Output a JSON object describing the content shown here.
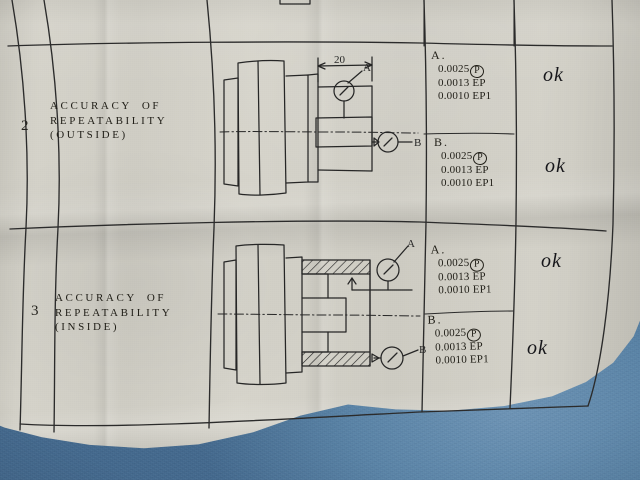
{
  "document": {
    "kind": "machine-tool-inspection-certificate",
    "paper_color": "#cfcdc3",
    "background_color": "#4d7599",
    "ink_color": "#262626"
  },
  "columns": [
    {
      "name": "no",
      "label": ""
    },
    {
      "name": "item",
      "label": ""
    },
    {
      "name": "diagram",
      "label": ""
    },
    {
      "name": "measurement",
      "label": ""
    },
    {
      "name": "result",
      "label": ""
    }
  ],
  "rows": [
    {
      "number": "2",
      "item_lines": [
        "ACCURACY OF",
        "REPEATABILITY",
        "(OUTSIDE)"
      ],
      "diagram": {
        "name": "outside-repeatability-diagram",
        "dimension_label": "20",
        "indicator_labels": [
          "A",
          "B"
        ]
      },
      "measurements": [
        {
          "header": "A.",
          "lines": [
            {
              "value": "0.0025",
              "unit": "P",
              "circled": true
            },
            {
              "value": "0.0013",
              "unit": "EP",
              "circled": false
            },
            {
              "value": "0.0010",
              "unit": "EP1",
              "circled": false
            }
          ],
          "result": "ok"
        },
        {
          "header": "B.",
          "lines": [
            {
              "value": "0.0025",
              "unit": "P",
              "circled": true
            },
            {
              "value": "0.0013",
              "unit": "EP",
              "circled": false
            },
            {
              "value": "0.0010",
              "unit": "EP1",
              "circled": false
            }
          ],
          "result": "ok"
        }
      ]
    },
    {
      "number": "3",
      "item_lines": [
        "ACCURACY OF",
        "REPEATABILITY",
        "(INSIDE)"
      ],
      "diagram": {
        "name": "inside-repeatability-diagram",
        "dimension_label": "",
        "indicator_labels": [
          "A",
          "B"
        ]
      },
      "measurements": [
        {
          "header": "A.",
          "lines": [
            {
              "value": "0.0025",
              "unit": "P",
              "circled": true
            },
            {
              "value": "0.0013",
              "unit": "EP",
              "circled": false
            },
            {
              "value": "0.0010",
              "unit": "EP1",
              "circled": false
            }
          ],
          "result": "ok"
        },
        {
          "header": "B.",
          "lines": [
            {
              "value": "0.0025",
              "unit": "P",
              "circled": true
            },
            {
              "value": "0.0013",
              "unit": "EP",
              "circled": false
            },
            {
              "value": "0.0010",
              "unit": "EP1",
              "circled": false
            }
          ],
          "result": "ok"
        }
      ]
    }
  ]
}
